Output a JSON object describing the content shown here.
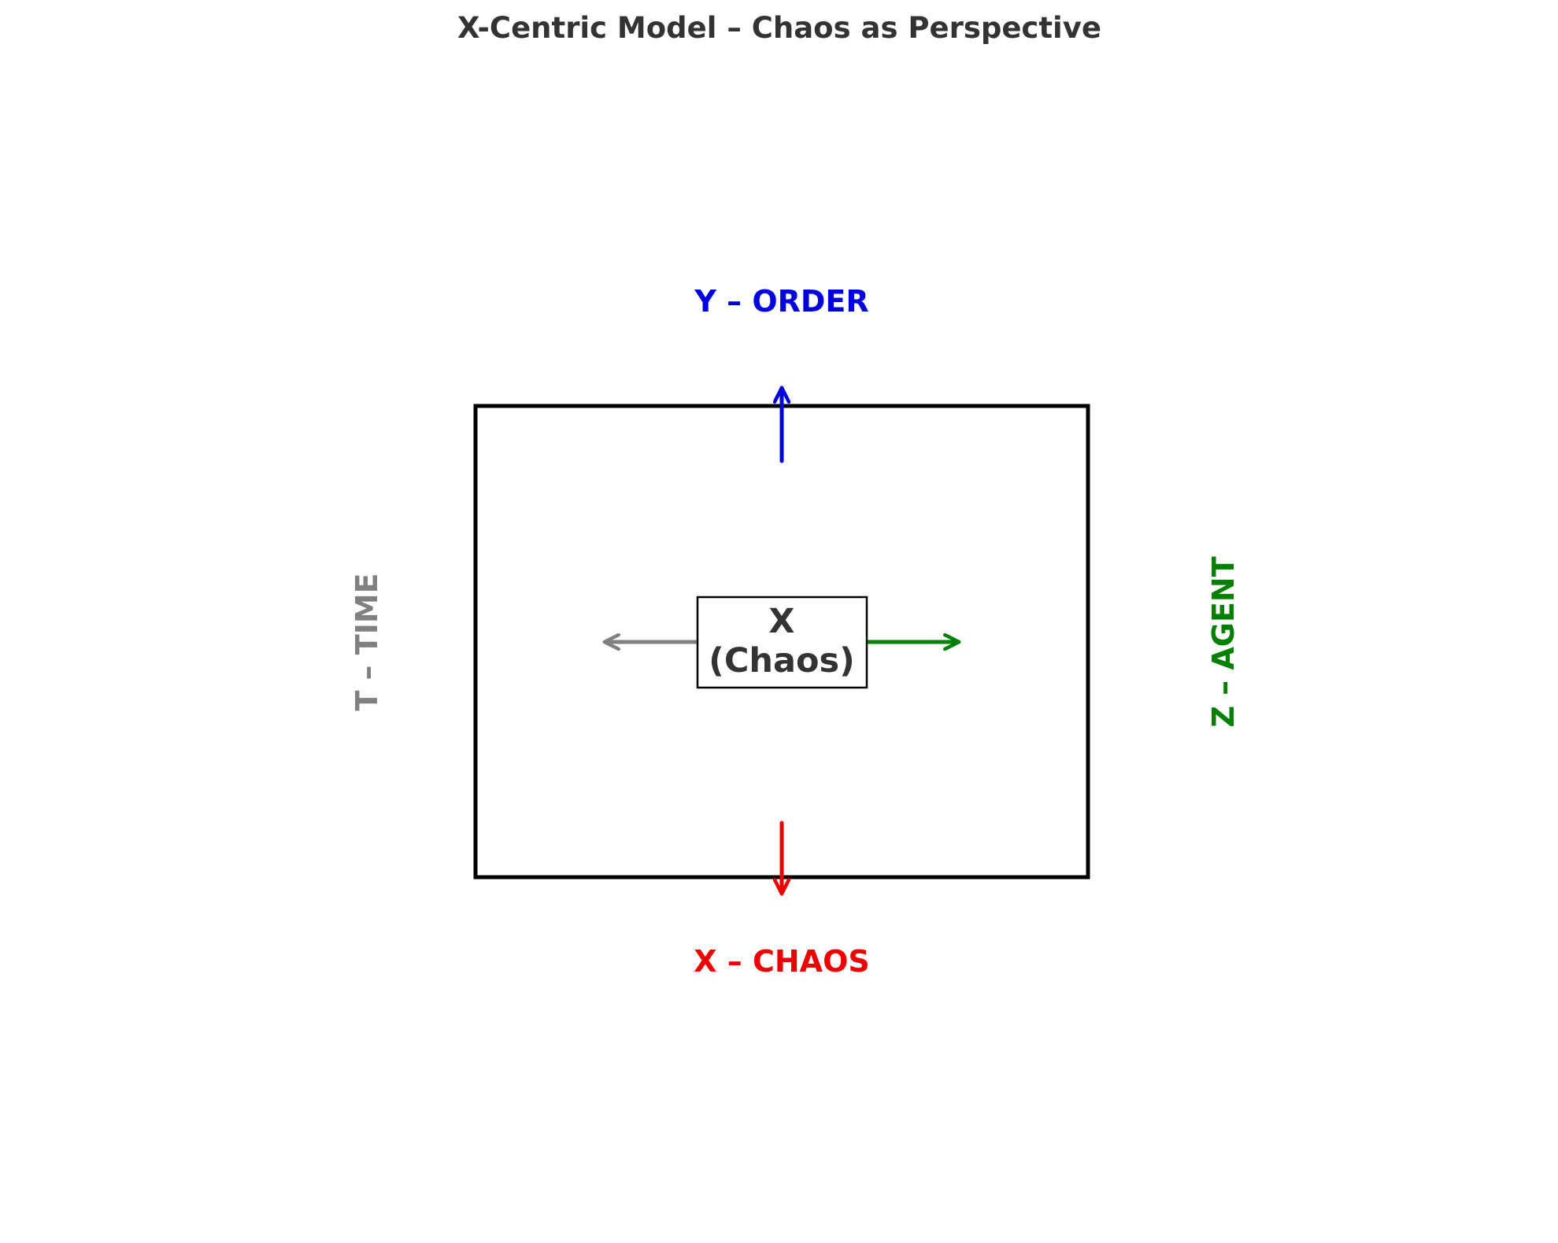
{
  "title": "X-Centric Model – Chaos as Perspective",
  "center": {
    "line1": "X",
    "line2": "(Chaos)"
  },
  "axes": {
    "top": {
      "label": "Y – ORDER"
    },
    "bottom": {
      "label": "X – CHAOS"
    },
    "left": {
      "label": "T – TIME"
    },
    "right": {
      "label": "Z – AGENT"
    }
  },
  "colors": {
    "title": "#333333",
    "center_text": "#333333",
    "order": "#0000dd",
    "chaos": "#ee0000",
    "time": "#808080",
    "agent": "#008000",
    "frame": "#000000"
  }
}
